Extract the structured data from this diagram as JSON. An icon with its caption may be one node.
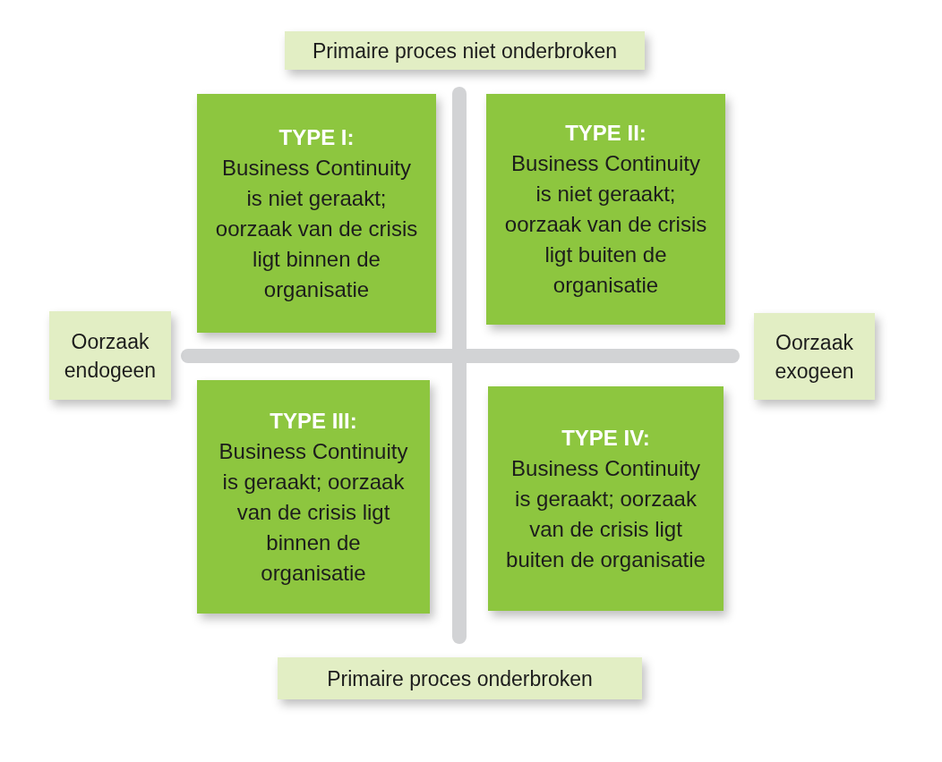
{
  "diagram": {
    "nodes": [
      {
        "text": [
          "Primaire proces niet onderbroken"
        ]
      },
      {
        "text": [
          "TYPE I:",
          "Business Continuity is niet geraakt; oorzaak van de crisis ligt binnen de organisatie"
        ]
      },
      {
        "text": [
          "TYPE II:",
          "Business Continuity is niet geraakt; oorzaak van de crisis ligt buiten de organisatie"
        ]
      },
      {
        "text": [
          "Oorzaak endogeen"
        ]
      },
      {
        "text": [
          "Oorzaak exogeen"
        ]
      },
      {
        "text": [
          "TYPE III:",
          "Business Continuity is geraakt; oorzaak van de crisis ligt binnen de organisatie"
        ]
      },
      {
        "text": [
          "TYPE IV:",
          "Business Continuity is geraakt; oorzaak van de crisis ligt buiten de organisatie"
        ]
      },
      {
        "text": [
          "Primaire proces onderbroken"
        ]
      }
    ]
  }
}
